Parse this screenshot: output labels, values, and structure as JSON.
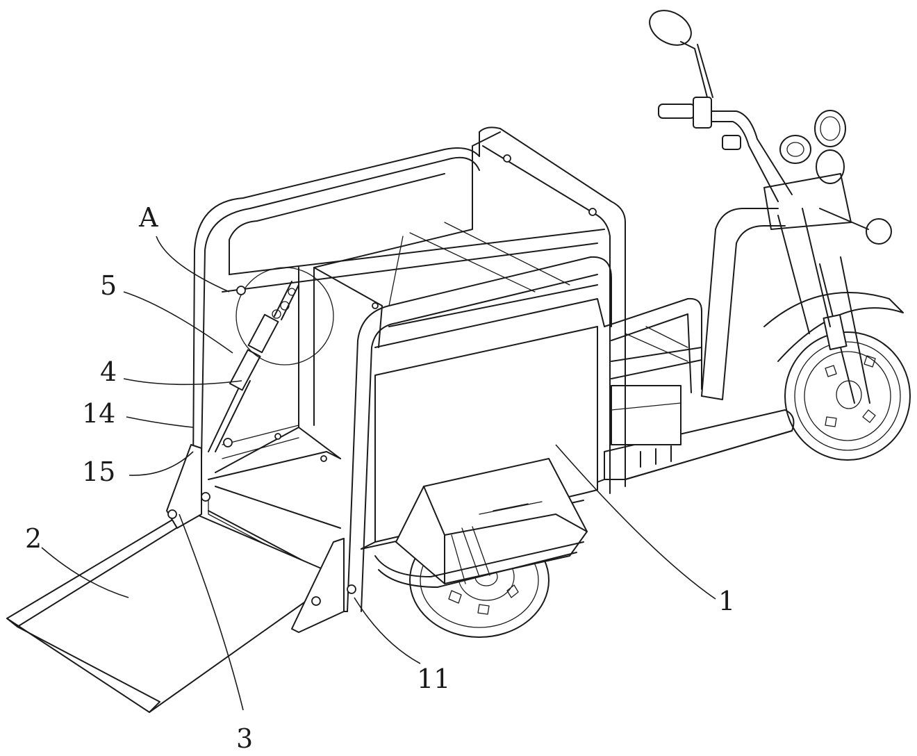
{
  "labels": {
    "A": "A",
    "n5": "5",
    "n4": "4",
    "n14": "14",
    "n15": "15",
    "n2": "2",
    "n3": "3",
    "n11": "11",
    "n1": "1"
  }
}
